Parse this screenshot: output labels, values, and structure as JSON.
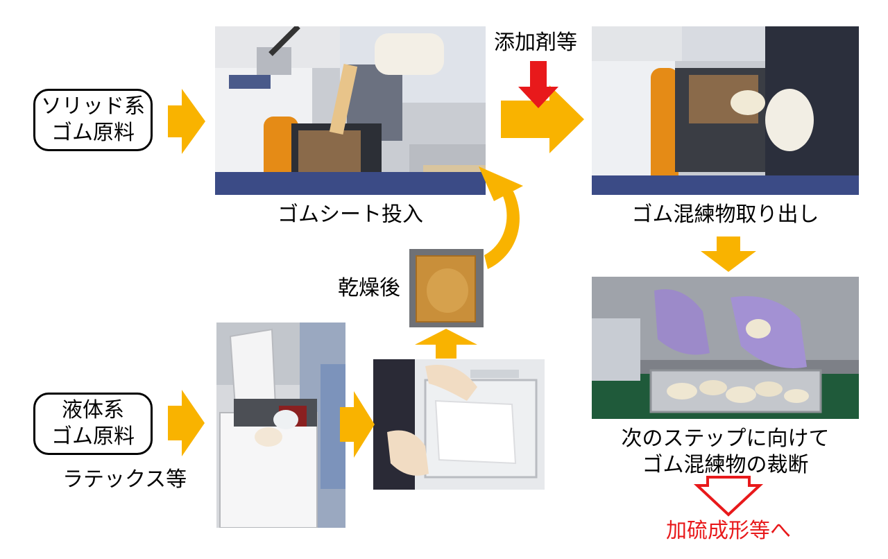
{
  "solid_source": {
    "line1": "ソリッド系",
    "line2": "ゴム原料"
  },
  "liquid_source": {
    "line1": "液体系",
    "line2": "ゴム原料"
  },
  "latex_label": "ラテックス等",
  "additive_label": "添加剤等",
  "step_sheet_input": "ゴムシート投入",
  "step_takeout": "ゴム混練物取り出し",
  "dried_label": "乾燥後",
  "cutting_caption": {
    "line1": "次のステップに向けて",
    "line2": "ゴム混練物の裁断"
  },
  "next_step": "加硫成形等へ",
  "colors": {
    "flow_arrow": "#f9b300",
    "red_arrow": "#e8191b",
    "text": "#000000"
  }
}
